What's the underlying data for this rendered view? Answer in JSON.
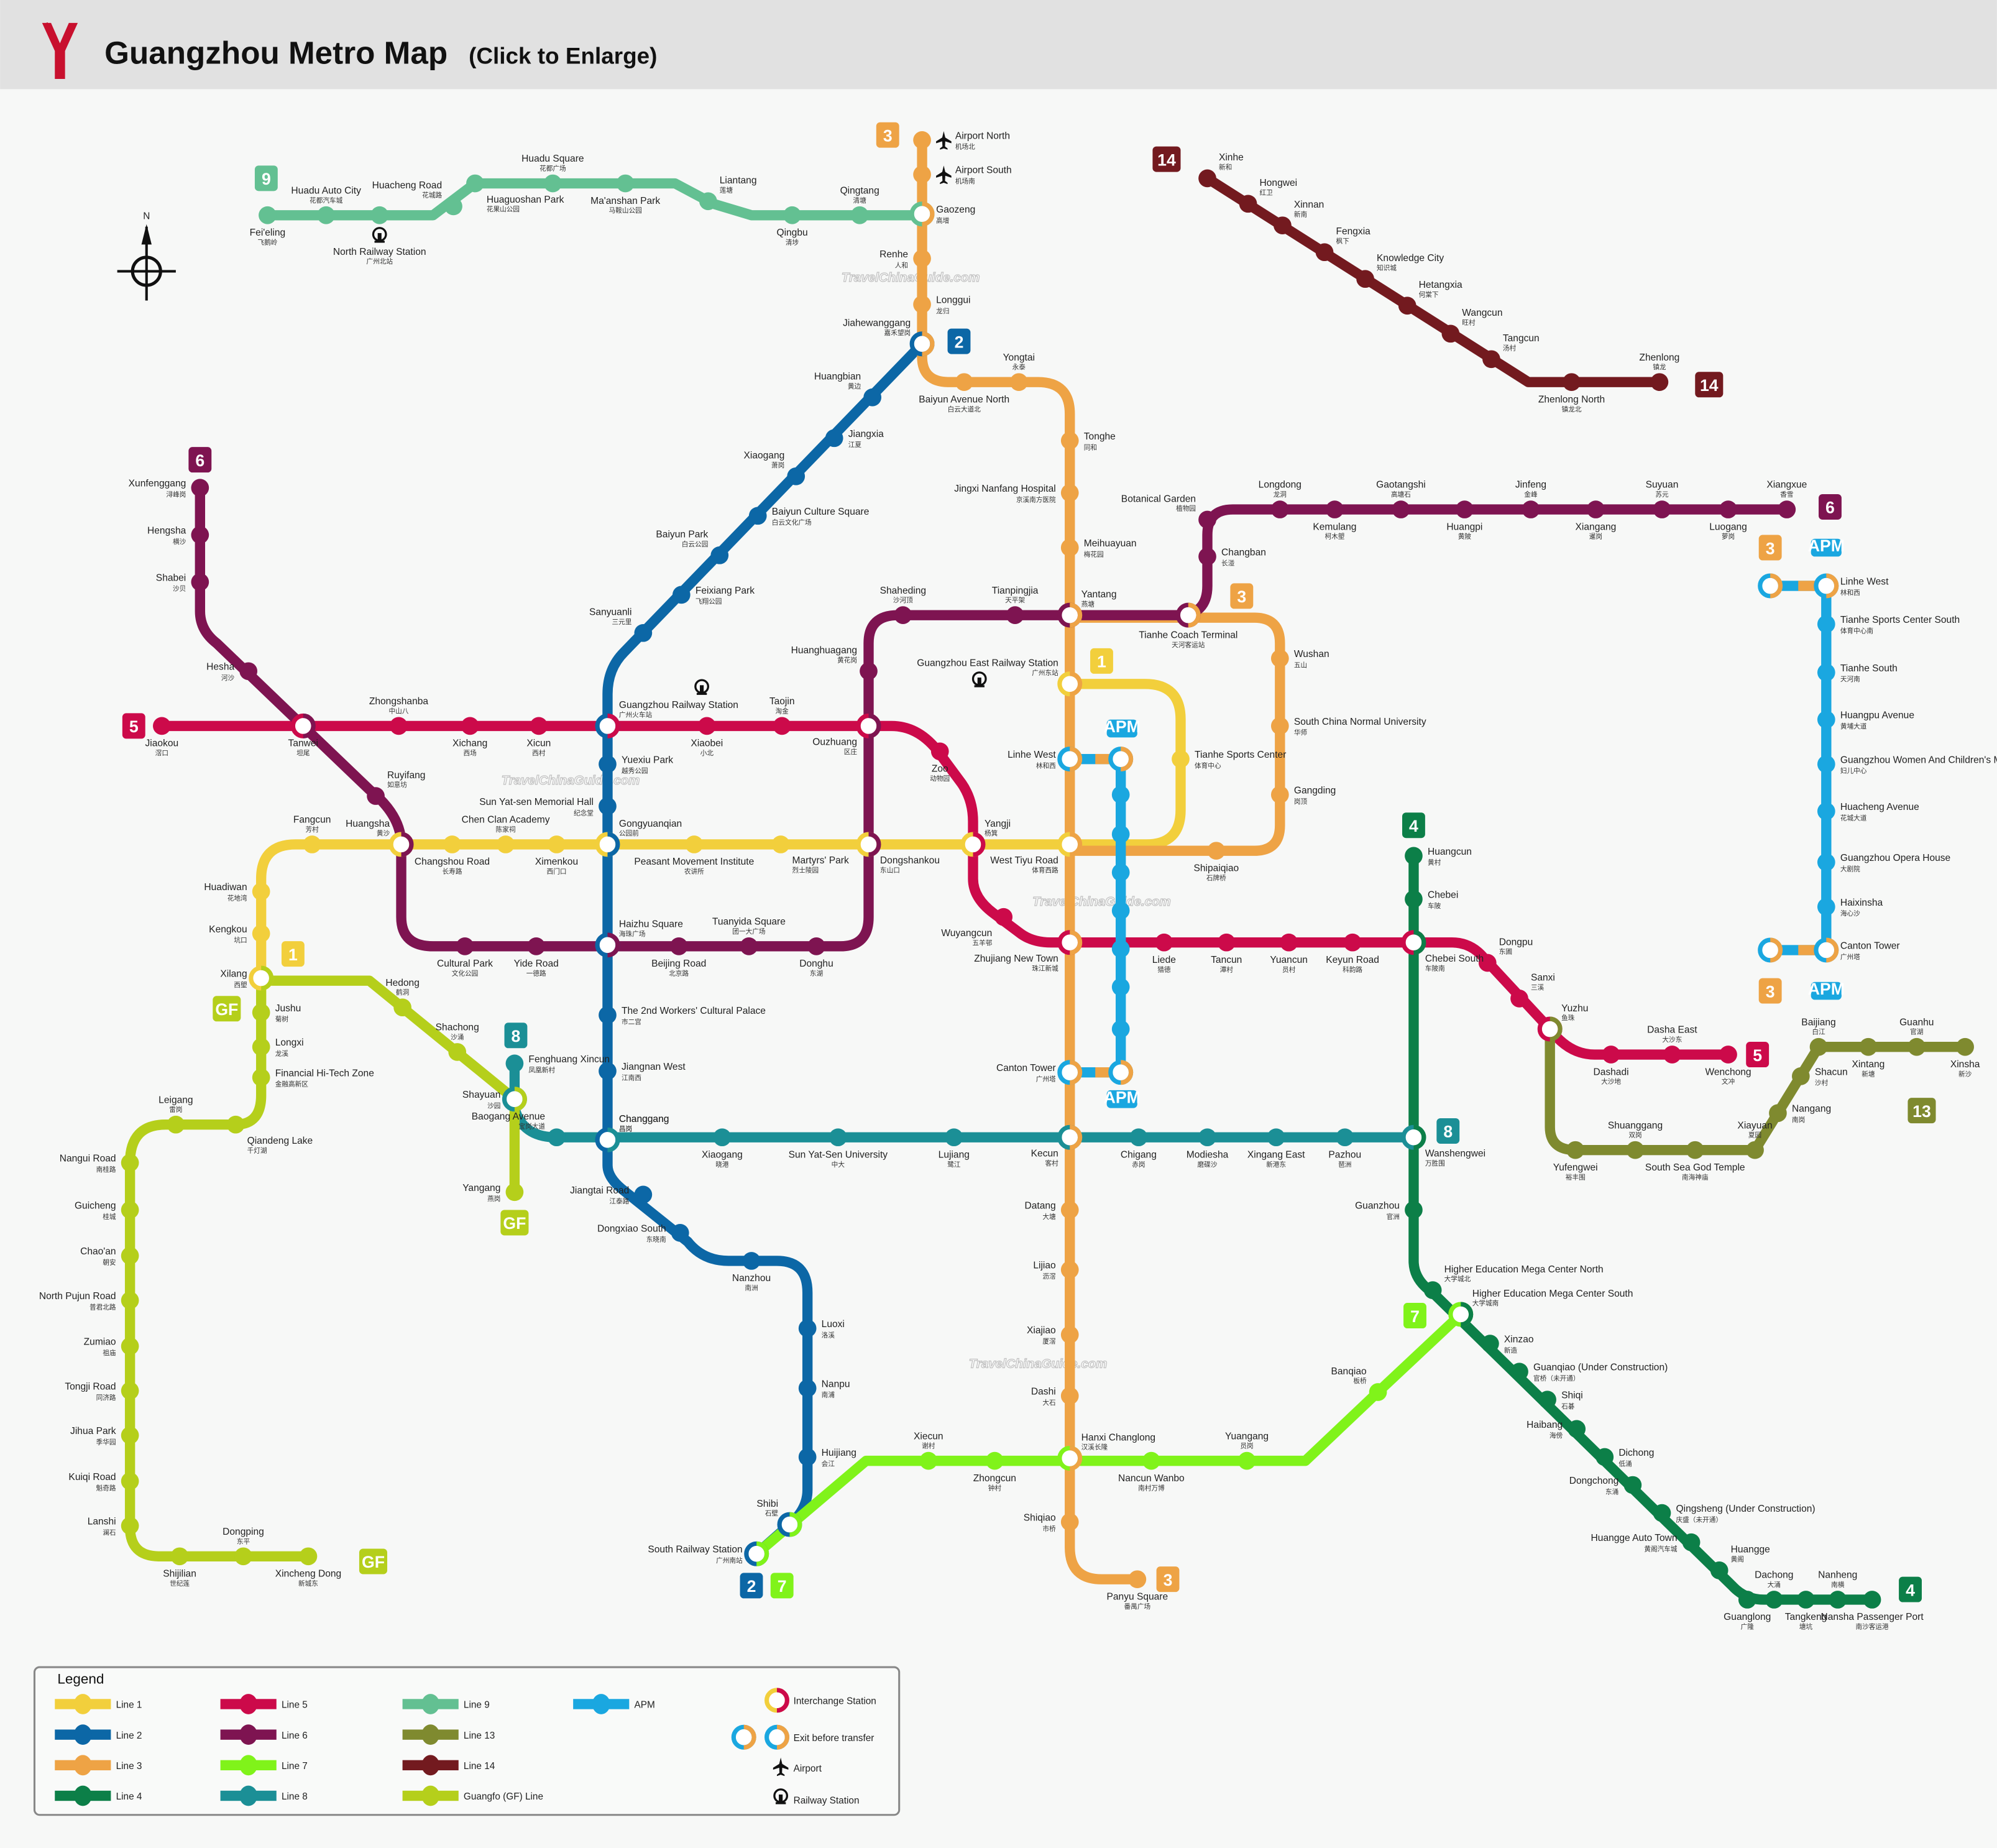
{
  "header": {
    "title": "Guangzhou Metro Map",
    "subtitle": "(Click to Enlarge)"
  },
  "compass": {
    "label": "N"
  },
  "watermark": "TravelChinaGuide.com",
  "lines": [
    {
      "id": "1",
      "name": "Line 1",
      "badge": "1",
      "color": "#f2cf3c",
      "stations": [
        {
          "en": "Xilang",
          "zh": "西塱"
        },
        {
          "en": "Kengkou",
          "zh": "坑口"
        },
        {
          "en": "Huadiwan",
          "zh": "花地湾"
        },
        {
          "en": "Fangcun",
          "zh": "芳村"
        },
        {
          "en": "Huangsha",
          "zh": "黄沙"
        },
        {
          "en": "Changshou Road",
          "zh": "长寿路"
        },
        {
          "en": "Chen Clan Academy",
          "zh": "陈家祠"
        },
        {
          "en": "Ximenkou",
          "zh": "西门口"
        },
        {
          "en": "Gongyuanqian",
          "zh": "公园前"
        },
        {
          "en": "Peasant Movement Institute",
          "zh": "农讲所"
        },
        {
          "en": "Martyrs' Park",
          "zh": "烈士陵园"
        },
        {
          "en": "Dongshankou",
          "zh": "东山口"
        },
        {
          "en": "Yangji",
          "zh": "杨箕"
        },
        {
          "en": "West Tiyu Road",
          "zh": "体育西路"
        },
        {
          "en": "Tianhe Sports Center",
          "zh": "体育中心"
        },
        {
          "en": "Guangzhou East Railway Station",
          "zh": "广州东站"
        }
      ]
    },
    {
      "id": "2",
      "name": "Line 2",
      "badge": "2",
      "color": "#0c67a6",
      "stations": [
        {
          "en": "Jiahewanggang",
          "zh": "嘉禾望岗"
        },
        {
          "en": "Huangbian",
          "zh": "黄边"
        },
        {
          "en": "Jiangxia",
          "zh": "江夏"
        },
        {
          "en": "Xiaogang",
          "zh": "萧岗"
        },
        {
          "en": "Baiyun Culture Square",
          "zh": "白云文化广场"
        },
        {
          "en": "Baiyun Park",
          "zh": "白云公园"
        },
        {
          "en": "Feixiang Park",
          "zh": "飞翔公园"
        },
        {
          "en": "Sanyuanli",
          "zh": "三元里"
        },
        {
          "en": "Guangzhou Railway Station",
          "zh": "广州火车站"
        },
        {
          "en": "Yuexiu Park",
          "zh": "越秀公园"
        },
        {
          "en": "Sun Yat-sen Memorial Hall",
          "zh": "纪念堂"
        },
        {
          "en": "Gongyuanqian",
          "zh": "公园前"
        },
        {
          "en": "Haizhu Square",
          "zh": "海珠广场"
        },
        {
          "en": "The 2nd Workers' Cultural Palace",
          "zh": "市二宫"
        },
        {
          "en": "Jiangnan West",
          "zh": "江南西"
        },
        {
          "en": "Changgang",
          "zh": "昌岗"
        },
        {
          "en": "Jiangtai Road",
          "zh": "江泰路"
        },
        {
          "en": "Dongxiao South",
          "zh": "东晓南"
        },
        {
          "en": "Nanzhou",
          "zh": "南洲"
        },
        {
          "en": "Luoxi",
          "zh": "洛溪"
        },
        {
          "en": "Nanpu",
          "zh": "南浦"
        },
        {
          "en": "Huijiang",
          "zh": "会江"
        },
        {
          "en": "Shibi",
          "zh": "石壁"
        },
        {
          "en": "South Railway Station",
          "zh": "广州南站"
        }
      ]
    },
    {
      "id": "3",
      "name": "Line 3",
      "badge": "3",
      "color": "#eea345",
      "stations": [
        {
          "en": "Airport North",
          "zh": "机场北"
        },
        {
          "en": "Airport South",
          "zh": "机场南"
        },
        {
          "en": "Gaozeng",
          "zh": "高增"
        },
        {
          "en": "Renhe",
          "zh": "人和"
        },
        {
          "en": "Longgui",
          "zh": "龙归"
        },
        {
          "en": "Jiahewanggang",
          "zh": "嘉禾望岗"
        },
        {
          "en": "Baiyun Avenue North",
          "zh": "白云大道北"
        },
        {
          "en": "Yongtai",
          "zh": "永泰"
        },
        {
          "en": "Tonghe",
          "zh": "同和"
        },
        {
          "en": "Jingxi Nanfang Hospital",
          "zh": "京溪南方医院"
        },
        {
          "en": "Meihuayuan",
          "zh": "梅花园"
        },
        {
          "en": "Yantang",
          "zh": "燕塘"
        },
        {
          "en": "Guangzhou East Railway Station",
          "zh": "广州东站"
        },
        {
          "en": "Linhe West",
          "zh": "林和西"
        },
        {
          "en": "West Tiyu Road",
          "zh": "体育西路"
        },
        {
          "en": "Zhujiang New Town",
          "zh": "珠江新城"
        },
        {
          "en": "Canton Tower",
          "zh": "广州塔"
        },
        {
          "en": "Kecun",
          "zh": "客村"
        },
        {
          "en": "Datang",
          "zh": "大塘"
        },
        {
          "en": "Lijiao",
          "zh": "沥滘"
        },
        {
          "en": "Xiajiao",
          "zh": "厦滘"
        },
        {
          "en": "Dashi",
          "zh": "大石"
        },
        {
          "en": "Hanxi Changlong",
          "zh": "汉溪长隆"
        },
        {
          "en": "Shiqiao",
          "zh": "市桥"
        },
        {
          "en": "Panyu Square",
          "zh": "番禺广场"
        },
        {
          "en": "Tianhe Coach Terminal",
          "zh": "天河客运站"
        },
        {
          "en": "Wushan",
          "zh": "五山"
        },
        {
          "en": "South China Normal University",
          "zh": "华师"
        },
        {
          "en": "Gangding",
          "zh": "岗顶"
        },
        {
          "en": "Shipaiqiao",
          "zh": "石牌桥"
        }
      ]
    },
    {
      "id": "4",
      "name": "Line 4",
      "badge": "4",
      "color": "#0c7f48",
      "stations": [
        {
          "en": "Huangcun",
          "zh": "黄村"
        },
        {
          "en": "Chebei",
          "zh": "车陂"
        },
        {
          "en": "Chebei South",
          "zh": "车陂南"
        },
        {
          "en": "Wanshengwei",
          "zh": "万胜围"
        },
        {
          "en": "Guanzhou",
          "zh": "官洲"
        },
        {
          "en": "Higher Education Mega Center North",
          "zh": "大学城北"
        },
        {
          "en": "Higher Education Mega Center South",
          "zh": "大学城南"
        },
        {
          "en": "Xinzao",
          "zh": "新造"
        },
        {
          "en": "Guanqiao (Under Construction)",
          "zh": "官桥（未开通）"
        },
        {
          "en": "Shiqi",
          "zh": "石碁"
        },
        {
          "en": "Haibang",
          "zh": "海傍"
        },
        {
          "en": "Dichong",
          "zh": "低涌"
        },
        {
          "en": "Dongchong",
          "zh": "东涌"
        },
        {
          "en": "Qingsheng (Under Construction)",
          "zh": "庆盛（未开通）"
        },
        {
          "en": "Huangge Auto Town",
          "zh": "黄阁汽车城"
        },
        {
          "en": "Huangge",
          "zh": "黄阁"
        },
        {
          "en": "Guanglong",
          "zh": "广隆"
        },
        {
          "en": "Dachong",
          "zh": "大涌"
        },
        {
          "en": "Tangkeng",
          "zh": "塘坑"
        },
        {
          "en": "Nanheng",
          "zh": "南横"
        },
        {
          "en": "Nansha Passenger Port",
          "zh": "南沙客运港"
        }
      ]
    },
    {
      "id": "5",
      "name": "Line 5",
      "badge": "5",
      "color": "#cc0a4a",
      "stations": [
        {
          "en": "Jiaokou",
          "zh": "滘口"
        },
        {
          "en": "Tanwei",
          "zh": "坦尾"
        },
        {
          "en": "Zhongshanba",
          "zh": "中山八"
        },
        {
          "en": "Xichang",
          "zh": "西场"
        },
        {
          "en": "Xicun",
          "zh": "西村"
        },
        {
          "en": "Guangzhou Railway Station",
          "zh": "广州火车站"
        },
        {
          "en": "Xiaobei",
          "zh": "小北"
        },
        {
          "en": "Taojin",
          "zh": "淘金"
        },
        {
          "en": "Ouzhuang",
          "zh": "区庄"
        },
        {
          "en": "Zoo",
          "zh": "动物园"
        },
        {
          "en": "Yangji",
          "zh": "杨箕"
        },
        {
          "en": "Wuyangcun",
          "zh": "五羊邨"
        },
        {
          "en": "Zhujiang New Town",
          "zh": "珠江新城"
        },
        {
          "en": "Liede",
          "zh": "猎德"
        },
        {
          "en": "Tancun",
          "zh": "潭村"
        },
        {
          "en": "Yuancun",
          "zh": "员村"
        },
        {
          "en": "Keyun Road",
          "zh": "科韵路"
        },
        {
          "en": "Chebei South",
          "zh": "车陂南"
        },
        {
          "en": "Dongpu",
          "zh": "东圃"
        },
        {
          "en": "Sanxi",
          "zh": "三溪"
        },
        {
          "en": "Yuzhu",
          "zh": "鱼珠"
        },
        {
          "en": "Dashadi",
          "zh": "大沙地"
        },
        {
          "en": "Dasha East",
          "zh": "大沙东"
        },
        {
          "en": "Wenchong",
          "zh": "文冲"
        }
      ]
    },
    {
      "id": "6",
      "name": "Line 6",
      "badge": "6",
      "color": "#7e1451",
      "stations": [
        {
          "en": "Xunfenggang",
          "zh": "浔峰岗"
        },
        {
          "en": "Hengsha",
          "zh": "横沙"
        },
        {
          "en": "Shabei",
          "zh": "沙贝"
        },
        {
          "en": "Hesha",
          "zh": "河沙"
        },
        {
          "en": "Tanwei",
          "zh": "坦尾"
        },
        {
          "en": "Ruyifang",
          "zh": "如意坊"
        },
        {
          "en": "Huangsha",
          "zh": "黄沙"
        },
        {
          "en": "Cultural Park",
          "zh": "文化公园"
        },
        {
          "en": "Yide Road",
          "zh": "一德路"
        },
        {
          "en": "Haizhu Square",
          "zh": "海珠广场"
        },
        {
          "en": "Beijing Road",
          "zh": "北京路"
        },
        {
          "en": "Tuanyida Square",
          "zh": "团一大广场"
        },
        {
          "en": "Donghu",
          "zh": "东湖"
        },
        {
          "en": "Dongshankou",
          "zh": "东山口"
        },
        {
          "en": "Ouzhuang",
          "zh": "区庄"
        },
        {
          "en": "Huanghuagang",
          "zh": "黄花岗"
        },
        {
          "en": "Shaheding",
          "zh": "沙河顶"
        },
        {
          "en": "Tianpingjia",
          "zh": "天平架"
        },
        {
          "en": "Yantang",
          "zh": "燕塘"
        },
        {
          "en": "Tianhe Coach Terminal",
          "zh": "天河客运站"
        },
        {
          "en": "Changban",
          "zh": "长湴"
        },
        {
          "en": "Botanical Garden",
          "zh": "植物园"
        },
        {
          "en": "Longdong",
          "zh": "龙洞"
        },
        {
          "en": "Kemulang",
          "zh": "柯木塱"
        },
        {
          "en": "Gaotangshi",
          "zh": "高塘石"
        },
        {
          "en": "Huangpi",
          "zh": "黄陂"
        },
        {
          "en": "Jinfeng",
          "zh": "金峰"
        },
        {
          "en": "Xiangang",
          "zh": "暹岗"
        },
        {
          "en": "Suyuan",
          "zh": "苏元"
        },
        {
          "en": "Luogang",
          "zh": "萝岗"
        },
        {
          "en": "Xiangxue",
          "zh": "香雪"
        }
      ]
    },
    {
      "id": "7",
      "name": "Line 7",
      "badge": "7",
      "color": "#80f31a",
      "stations": [
        {
          "en": "South Railway Station",
          "zh": "广州南站"
        },
        {
          "en": "Xiecun",
          "zh": "谢村"
        },
        {
          "en": "Zhongcun",
          "zh": "钟村"
        },
        {
          "en": "Hanxi Changlong",
          "zh": "汉溪长隆"
        },
        {
          "en": "Nancun Wanbo",
          "zh": "南村万博"
        },
        {
          "en": "Yuangang",
          "zh": "员岗"
        },
        {
          "en": "Banqiao",
          "zh": "板桥"
        },
        {
          "en": "Higher Education Mega Center South",
          "zh": "大学城南"
        }
      ]
    },
    {
      "id": "8",
      "name": "Line 8",
      "badge": "8",
      "color": "#1b8f96",
      "stations": [
        {
          "en": "Fenghuang Xincun",
          "zh": "凤凰新村"
        },
        {
          "en": "Shayuan",
          "zh": "沙园"
        },
        {
          "en": "Baogang Avenue",
          "zh": "宝岗大道"
        },
        {
          "en": "Changgang",
          "zh": "昌岗"
        },
        {
          "en": "Xiaogang",
          "zh": "晓港"
        },
        {
          "en": "Sun Yat-Sen University",
          "zh": "中大"
        },
        {
          "en": "Lujiang",
          "zh": "鹭江"
        },
        {
          "en": "Kecun",
          "zh": "客村"
        },
        {
          "en": "Chigang",
          "zh": "赤岗"
        },
        {
          "en": "Modiesha",
          "zh": "磨碟沙"
        },
        {
          "en": "Xingang East",
          "zh": "新港东"
        },
        {
          "en": "Pazhou",
          "zh": "琶洲"
        },
        {
          "en": "Wanshengwei",
          "zh": "万胜围"
        }
      ]
    },
    {
      "id": "9",
      "name": "Line 9",
      "badge": "9",
      "color": "#63c092",
      "stations": [
        {
          "en": "Fei'eling",
          "zh": "飞鹅岭"
        },
        {
          "en": "Huadu Auto City",
          "zh": "花都汽车城"
        },
        {
          "en": "North Railway Station",
          "zh": "广州北站"
        },
        {
          "en": "Huacheng Road",
          "zh": "花城路"
        },
        {
          "en": "Huaguoshan Park",
          "zh": "花果山公园"
        },
        {
          "en": "Huadu Square",
          "zh": "花都广场"
        },
        {
          "en": "Ma'anshan Park",
          "zh": "马鞍山公园"
        },
        {
          "en": "Liantang",
          "zh": "莲塘"
        },
        {
          "en": "Qingbu",
          "zh": "清埗"
        },
        {
          "en": "Qingtang",
          "zh": "清塘"
        },
        {
          "en": "Gaozeng",
          "zh": "高增"
        }
      ]
    },
    {
      "id": "13",
      "name": "Line 13",
      "badge": "13",
      "color": "#7f8a2f",
      "stations": [
        {
          "en": "Yuzhu",
          "zh": "鱼珠"
        },
        {
          "en": "Yufengwei",
          "zh": "裕丰围"
        },
        {
          "en": "Shuanggang",
          "zh": "双岗"
        },
        {
          "en": "South Sea God Temple",
          "zh": "南海神庙"
        },
        {
          "en": "Xiayuan",
          "zh": "夏园"
        },
        {
          "en": "Nangang",
          "zh": "南岗"
        },
        {
          "en": "Shacun",
          "zh": "沙村"
        },
        {
          "en": "Baijiang",
          "zh": "白江"
        },
        {
          "en": "Xintang",
          "zh": "新塘"
        },
        {
          "en": "Guanhu",
          "zh": "官湖"
        },
        {
          "en": "Xinsha",
          "zh": "新沙"
        }
      ]
    },
    {
      "id": "14",
      "name": "Line 14",
      "badge": "14",
      "color": "#731a1f",
      "stations": [
        {
          "en": "Xinhe",
          "zh": "新和"
        },
        {
          "en": "Hongwei",
          "zh": "红卫"
        },
        {
          "en": "Xinnan",
          "zh": "新南"
        },
        {
          "en": "Fengxia",
          "zh": "枫下"
        },
        {
          "en": "Knowledge City",
          "zh": "知识城"
        },
        {
          "en": "Hetangxia",
          "zh": "何棠下"
        },
        {
          "en": "Wangcun",
          "zh": "旺村"
        },
        {
          "en": "Tangcun",
          "zh": "汤村"
        },
        {
          "en": "Zhenlong North",
          "zh": "镇龙北"
        },
        {
          "en": "Zhenlong",
          "zh": "镇龙"
        }
      ]
    },
    {
      "id": "GF",
      "name": "Guangfo (GF) Line",
      "badge": "GF",
      "color": "#b5cf1b",
      "stations": [
        {
          "en": "Xincheng Dong",
          "zh": "新城东"
        },
        {
          "en": "Dongping",
          "zh": "东平"
        },
        {
          "en": "Shijilian",
          "zh": "世纪莲"
        },
        {
          "en": "Lanshi",
          "zh": "澜石"
        },
        {
          "en": "Kuiqi Road",
          "zh": "魁奇路"
        },
        {
          "en": "Jihua Park",
          "zh": "季华园"
        },
        {
          "en": "Tongji Road",
          "zh": "同济路"
        },
        {
          "en": "Zumiao",
          "zh": "祖庙"
        },
        {
          "en": "North Pujun Road",
          "zh": "普君北路"
        },
        {
          "en": "Chao'an",
          "zh": "朝安"
        },
        {
          "en": "Guicheng",
          "zh": "桂城"
        },
        {
          "en": "Nangui Road",
          "zh": "南桂路"
        },
        {
          "en": "Leigang",
          "zh": "雷岗"
        },
        {
          "en": "Qiandeng Lake",
          "zh": "千灯湖"
        },
        {
          "en": "Financial Hi-Tech Zone",
          "zh": "金融高新区"
        },
        {
          "en": "Longxi",
          "zh": "龙溪"
        },
        {
          "en": "Jushu",
          "zh": "菊树"
        },
        {
          "en": "Xilang",
          "zh": "西塱"
        },
        {
          "en": "Hedong",
          "zh": "鹤洞"
        },
        {
          "en": "Shachong",
          "zh": "沙涌"
        },
        {
          "en": "Shayuan",
          "zh": "沙园"
        },
        {
          "en": "Yangang",
          "zh": "燕岗"
        }
      ]
    },
    {
      "id": "APM",
      "name": "APM",
      "badge": "APM",
      "color": "#1aa7e0",
      "stations": [
        {
          "en": "Linhe West",
          "zh": "林和西"
        },
        {
          "en": "Tianhe Sports Center South",
          "zh": "体育中心南"
        },
        {
          "en": "Tianhe South",
          "zh": "天河南"
        },
        {
          "en": "Huangpu Avenue",
          "zh": "黄埔大道"
        },
        {
          "en": "Guangzhou Women And Children's Medical Center",
          "zh": "妇儿中心"
        },
        {
          "en": "Huacheng Avenue",
          "zh": "花城大道"
        },
        {
          "en": "Guangzhou Opera House",
          "zh": "大剧院"
        },
        {
          "en": "Haixinsha",
          "zh": "海心沙"
        },
        {
          "en": "Canton Tower",
          "zh": "广州塔"
        }
      ]
    }
  ],
  "legend": {
    "title": "Legend",
    "lines": [
      "Line 1",
      "Line 2",
      "Line 3",
      "Line 4",
      "Line 5",
      "Line 6",
      "Line 7",
      "Line 8",
      "Line 9",
      "Line 13",
      "Line 14",
      "Guangfo (GF) Line",
      "APM"
    ],
    "line_colors": [
      "#f2cf3c",
      "#0c67a6",
      "#eea345",
      "#0c7f48",
      "#cc0a4a",
      "#7e1451",
      "#80f31a",
      "#1b8f96",
      "#63c092",
      "#7f8a2f",
      "#731a1f",
      "#b5cf1b",
      "#1aa7e0"
    ],
    "symbols": {
      "interchange": "Interchange Station",
      "exit": "Exit before transfer",
      "airport": "Airport",
      "railway": "Railway Station"
    }
  }
}
